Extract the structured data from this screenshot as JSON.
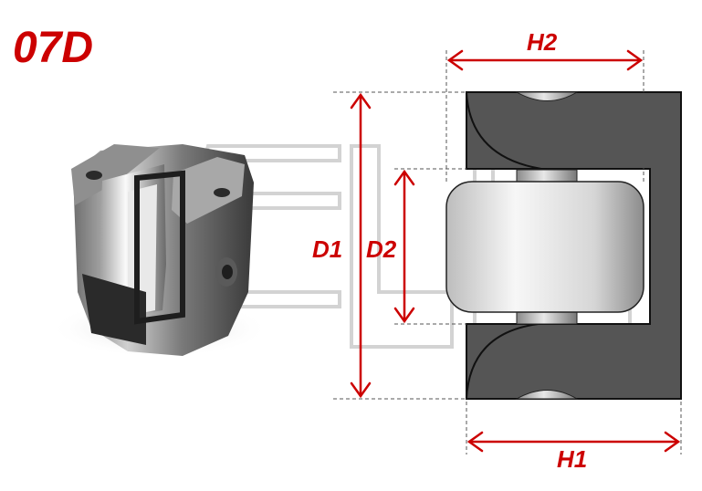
{
  "product_code": "07D",
  "dimensions": {
    "h2": "H2",
    "h1": "H1",
    "d1": "D1",
    "d2": "D2"
  },
  "colors": {
    "accent": "#cc0000",
    "housing": "#555555",
    "roller_light": "#f2f2f2",
    "roller_dark": "#8c8c8c",
    "watermark": "#d0d0d0"
  },
  "icons": {
    "product_photo": "roller-bearing-photo",
    "watermark_logo": "brand-watermark-logo"
  }
}
